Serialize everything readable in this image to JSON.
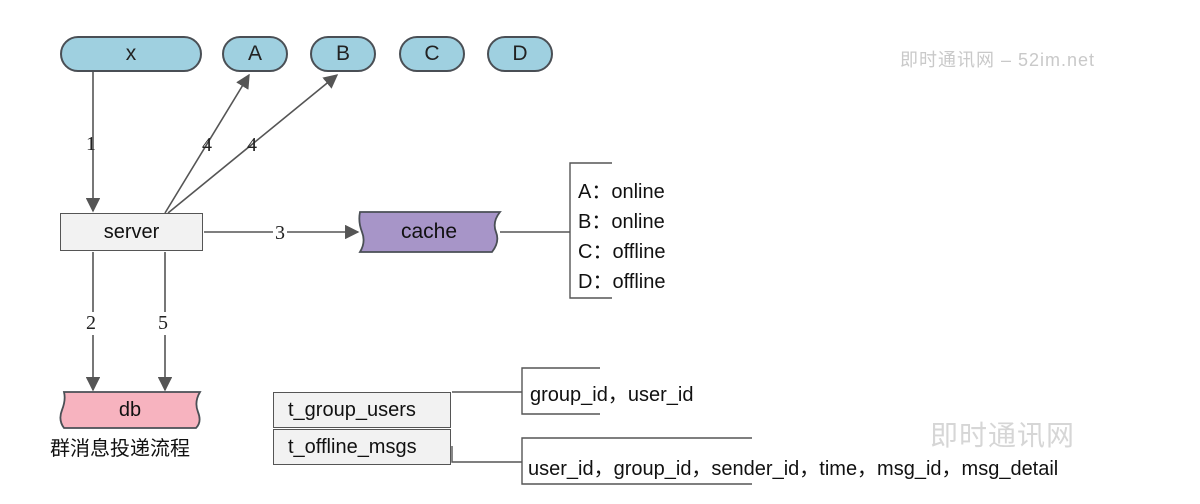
{
  "clients": [
    "x",
    "A",
    "B",
    "C",
    "D"
  ],
  "server": "server",
  "cache": "cache",
  "db": "db",
  "caption": "群消息投递流程",
  "edge_labels": {
    "x_server": "1",
    "server_db": "2",
    "server_cache": "3",
    "server_A": "4",
    "server_B": "4",
    "db_server": "5"
  },
  "status_list": [
    "A：online",
    "B：online",
    "C：offline",
    "D：offline"
  ],
  "tables": [
    {
      "name": "t_group_users",
      "fields": "group_id，user_id"
    },
    {
      "name": "t_offline_msgs",
      "fields": "user_id，group_id，sender_id，time，msg_id，msg_detail"
    }
  ],
  "watermark_top": "即时通讯网 – 52im.net",
  "watermark_bottom": "即时通讯网",
  "colors": {
    "client_fill": "#9fd0e0",
    "server_fill": "#f2f2f2",
    "cache_fill": "#a795c8",
    "db_fill": "#f7b3bf",
    "edge": "#555555"
  }
}
